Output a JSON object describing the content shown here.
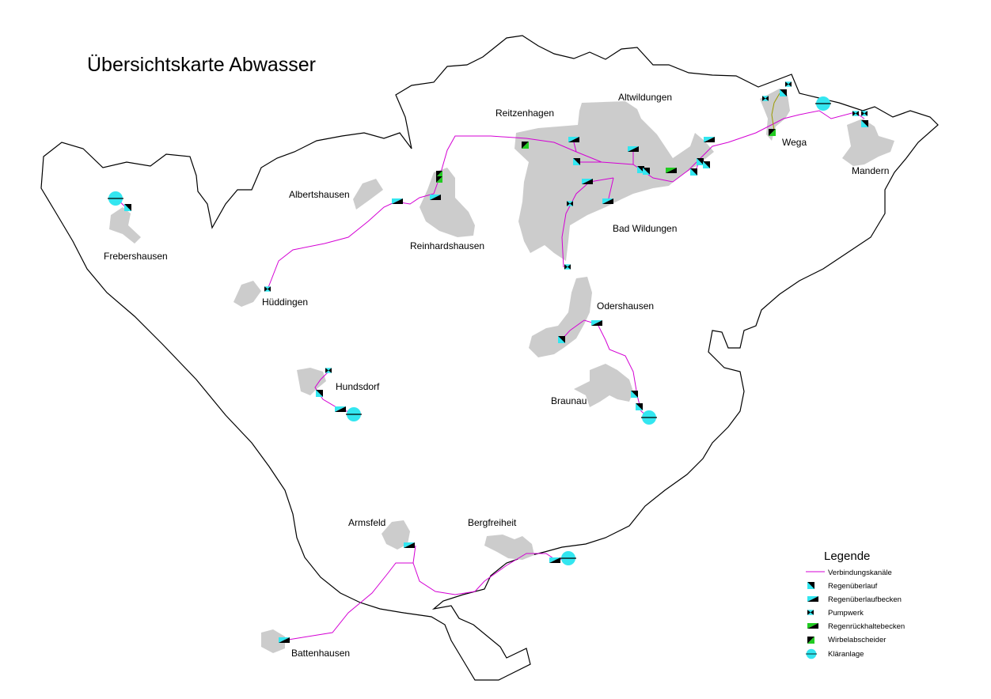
{
  "title": "Übersichtskarte Abwasser",
  "colors": {
    "channel": "#d400d4",
    "settlement": "#cccccc",
    "border": "#000000",
    "cyan": "#33e6f0",
    "green": "#22cc22"
  },
  "places": {
    "altwildungen": "Altwildungen",
    "reitzenhagen": "Reitzenhagen",
    "wega": "Wega",
    "mandern": "Mandern",
    "albertshausen": "Albertshausen",
    "frebershausen": "Frebershausen",
    "reinhardshausen": "Reinhardshausen",
    "bad_wildungen": "Bad Wildungen",
    "huddingen": "Hüddingen",
    "odershausen": "Odershausen",
    "hundsdorf": "Hundsdorf",
    "braunau": "Braunau",
    "armsfeld": "Armsfeld",
    "bergfreiheit": "Bergfreiheit",
    "battenhausen": "Battenhausen"
  },
  "legend": {
    "title": "Legende",
    "items": [
      {
        "icon": "line-icon",
        "label": "Verbindungskanäle"
      },
      {
        "icon": "regenueberlauf-icon",
        "label": "Regenüberlauf"
      },
      {
        "icon": "regenueberlaufbecken-icon",
        "label": "Regenüberlaufbecken"
      },
      {
        "icon": "pumpwerk-icon",
        "label": "Pumpwerk"
      },
      {
        "icon": "regenrueckhaltebecken-icon",
        "label": "Regenrückhaltebecken"
      },
      {
        "icon": "wirbelabscheider-icon",
        "label": "Wirbelabscheider"
      },
      {
        "icon": "klaeranlage-icon",
        "label": "Kläranlage"
      }
    ]
  }
}
